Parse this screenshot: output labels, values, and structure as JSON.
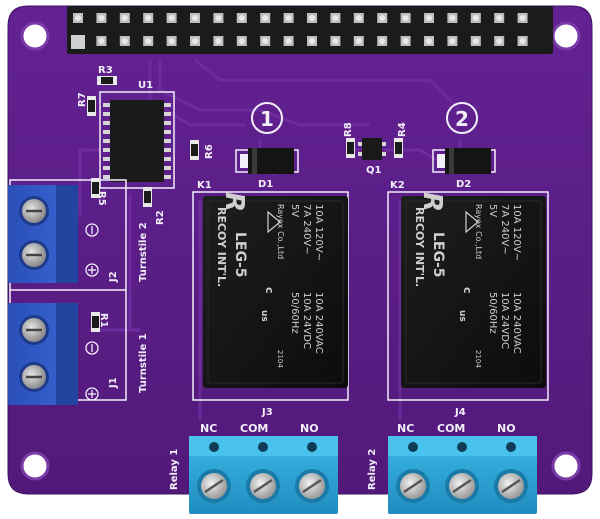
{
  "board": {
    "colors": {
      "pcb": "#5b1f86",
      "pcb_dark": "#4a1870",
      "trace": "#6b2a99",
      "silkscreen": "#f2eef8",
      "relay_body": "#151515",
      "terminal_blue": "#2f57c6",
      "terminal_cyan": "#2aa6d6"
    },
    "header_label": "U1",
    "channel_numbers": [
      "1",
      "2"
    ],
    "resistor_labels": [
      "R3",
      "R7",
      "R8",
      "R4",
      "R6",
      "R5",
      "R2",
      "R1"
    ],
    "transistor_label": "Q1",
    "relay_refs": [
      "K1",
      "K2"
    ],
    "diode_refs": [
      "D1",
      "D2"
    ],
    "input_connectors": {
      "j2_label": "J2",
      "j1_label": "J1",
      "turnstile_2": "Turnstile 2",
      "turnstile_1": "Turnstile 1"
    },
    "output_connectors": {
      "j3_label": "J3",
      "j4_label": "J4",
      "pins": [
        "NC",
        "COM",
        "NO"
      ],
      "relay_1": "Relay 1",
      "relay_2": "Relay 2"
    },
    "relay_print": {
      "brand": "RECOY INT'L.",
      "model": "LEG-5",
      "rating_lines": [
        "10A 120V~",
        "7A 240V~",
        "5V"
      ],
      "ac_rating": "10A 240VAC",
      "dc_rating": "10A 24VDC",
      "freq": "50/60Hz",
      "company": "Rayex Co.,Ltd",
      "cert": "c",
      "cert_us": "us",
      "date_code": "2104",
      "logo": "R"
    }
  }
}
